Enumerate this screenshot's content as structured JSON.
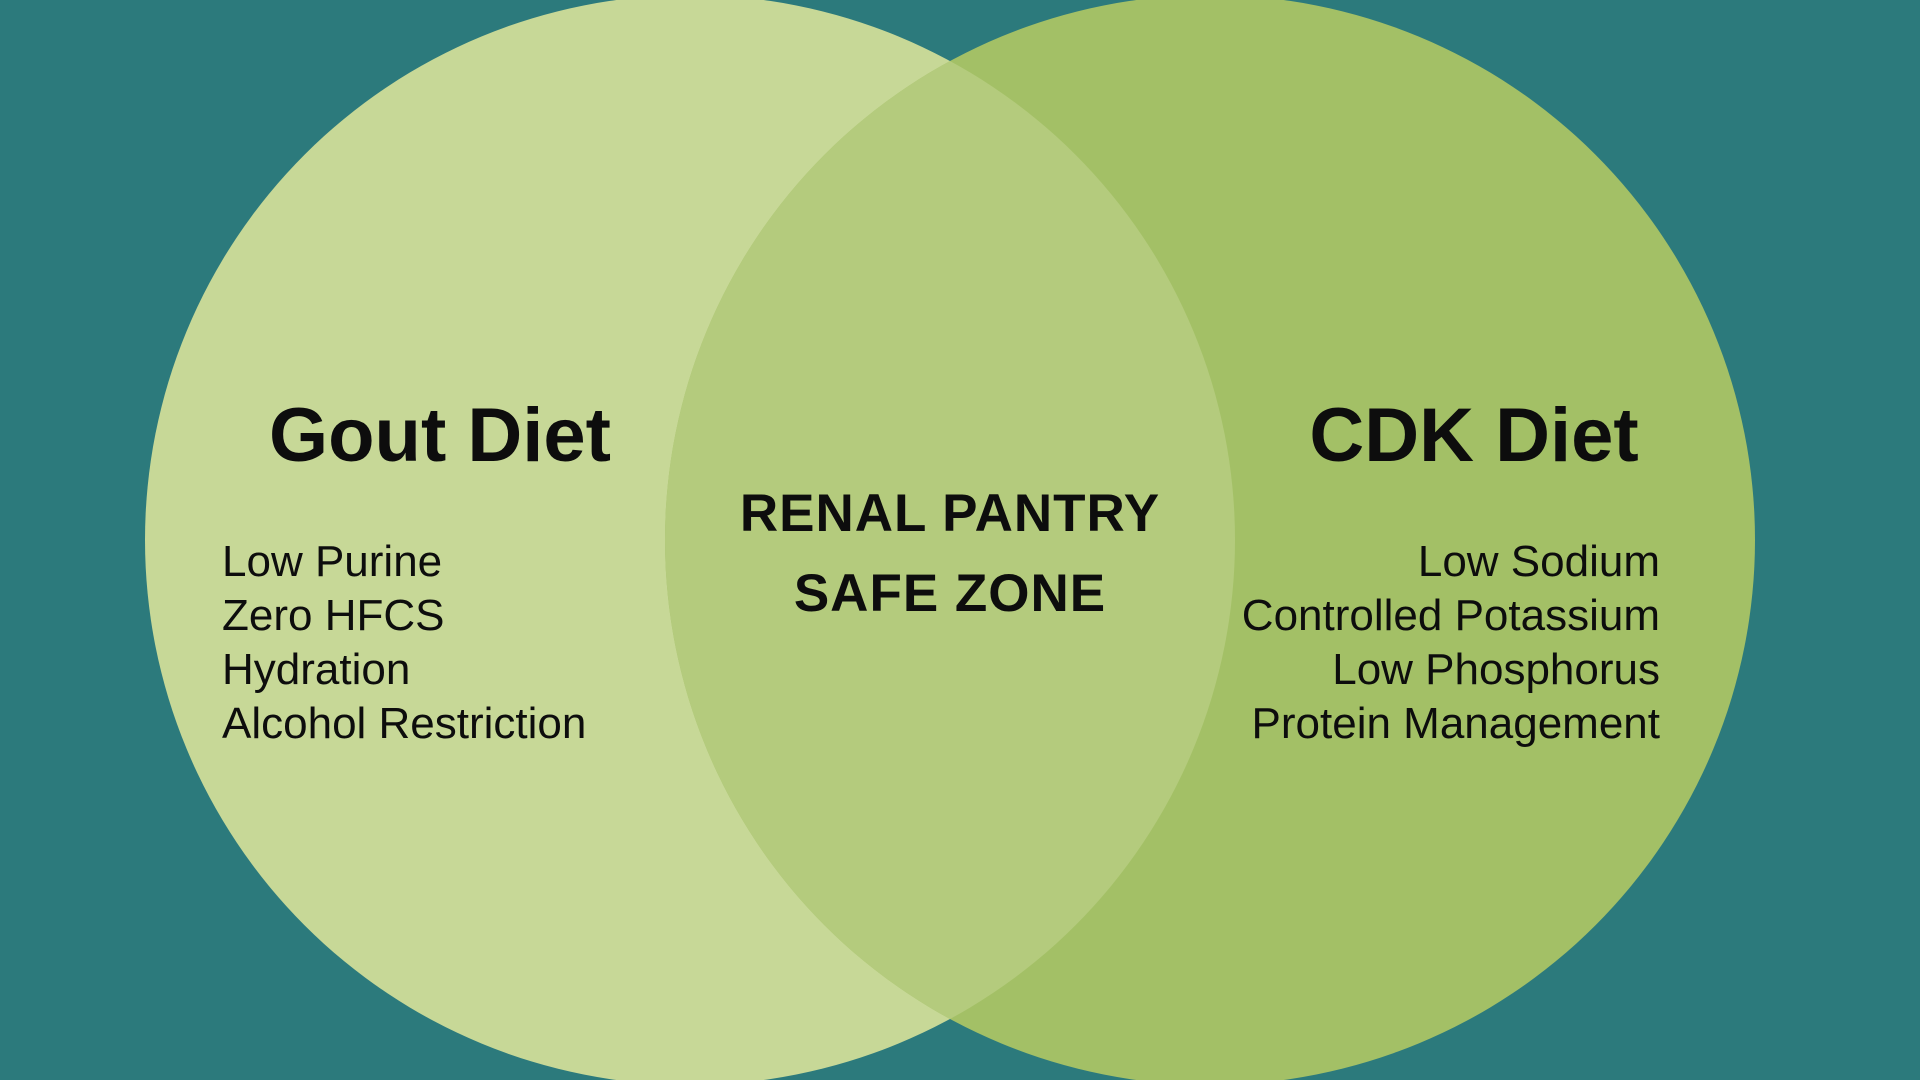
{
  "colors": {
    "background": "#2C7A7C",
    "left_circle": "#C7D897",
    "right_circle": "#A3C066",
    "overlap": "#B4CB7D",
    "text": "#0D0D0D"
  },
  "left_circle": {
    "title": "Gout Diet",
    "items": [
      "Low Purine",
      "Zero HFCS",
      "Hydration",
      "Alcohol Restriction"
    ]
  },
  "right_circle": {
    "title": "CDK Diet",
    "items": [
      "Low Sodium",
      "Controlled Potassium",
      "Low Phosphorus",
      "Protein Management"
    ]
  },
  "overlap": {
    "line1": "RENAL PANTRY",
    "line2": "SAFE ZONE"
  }
}
